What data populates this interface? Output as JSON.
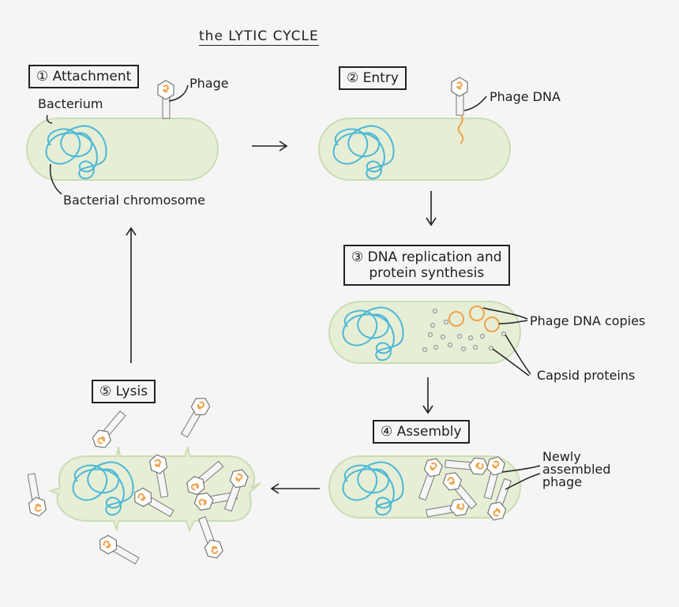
{
  "title": "the LYTIC CYCLE",
  "steps": {
    "attachment": "① Attachment",
    "entry": "② Entry",
    "replication_line1": "③ DNA replication and",
    "replication_line2": "protein synthesis",
    "assembly": "④ Assembly",
    "lysis": "⑤ Lysis"
  },
  "labels": {
    "phage": "Phage",
    "bacterium": "Bacterium",
    "bacterial_chromosome": "Bacterial chromosome",
    "phage_dna": "Phage DNA",
    "phage_dna_copies": "Phage DNA copies",
    "capsid_proteins": "Capsid proteins",
    "newly": "Newly",
    "assembled": "assembled",
    "phage2": "phage"
  },
  "colors": {
    "background": "#f5f5f5",
    "cell_fill": "#e6eed6",
    "cell_stroke": "#cbdcb2",
    "chromosome": "#4cb8d6",
    "phage_dna": "#f0a34a",
    "outline": "#222222"
  }
}
